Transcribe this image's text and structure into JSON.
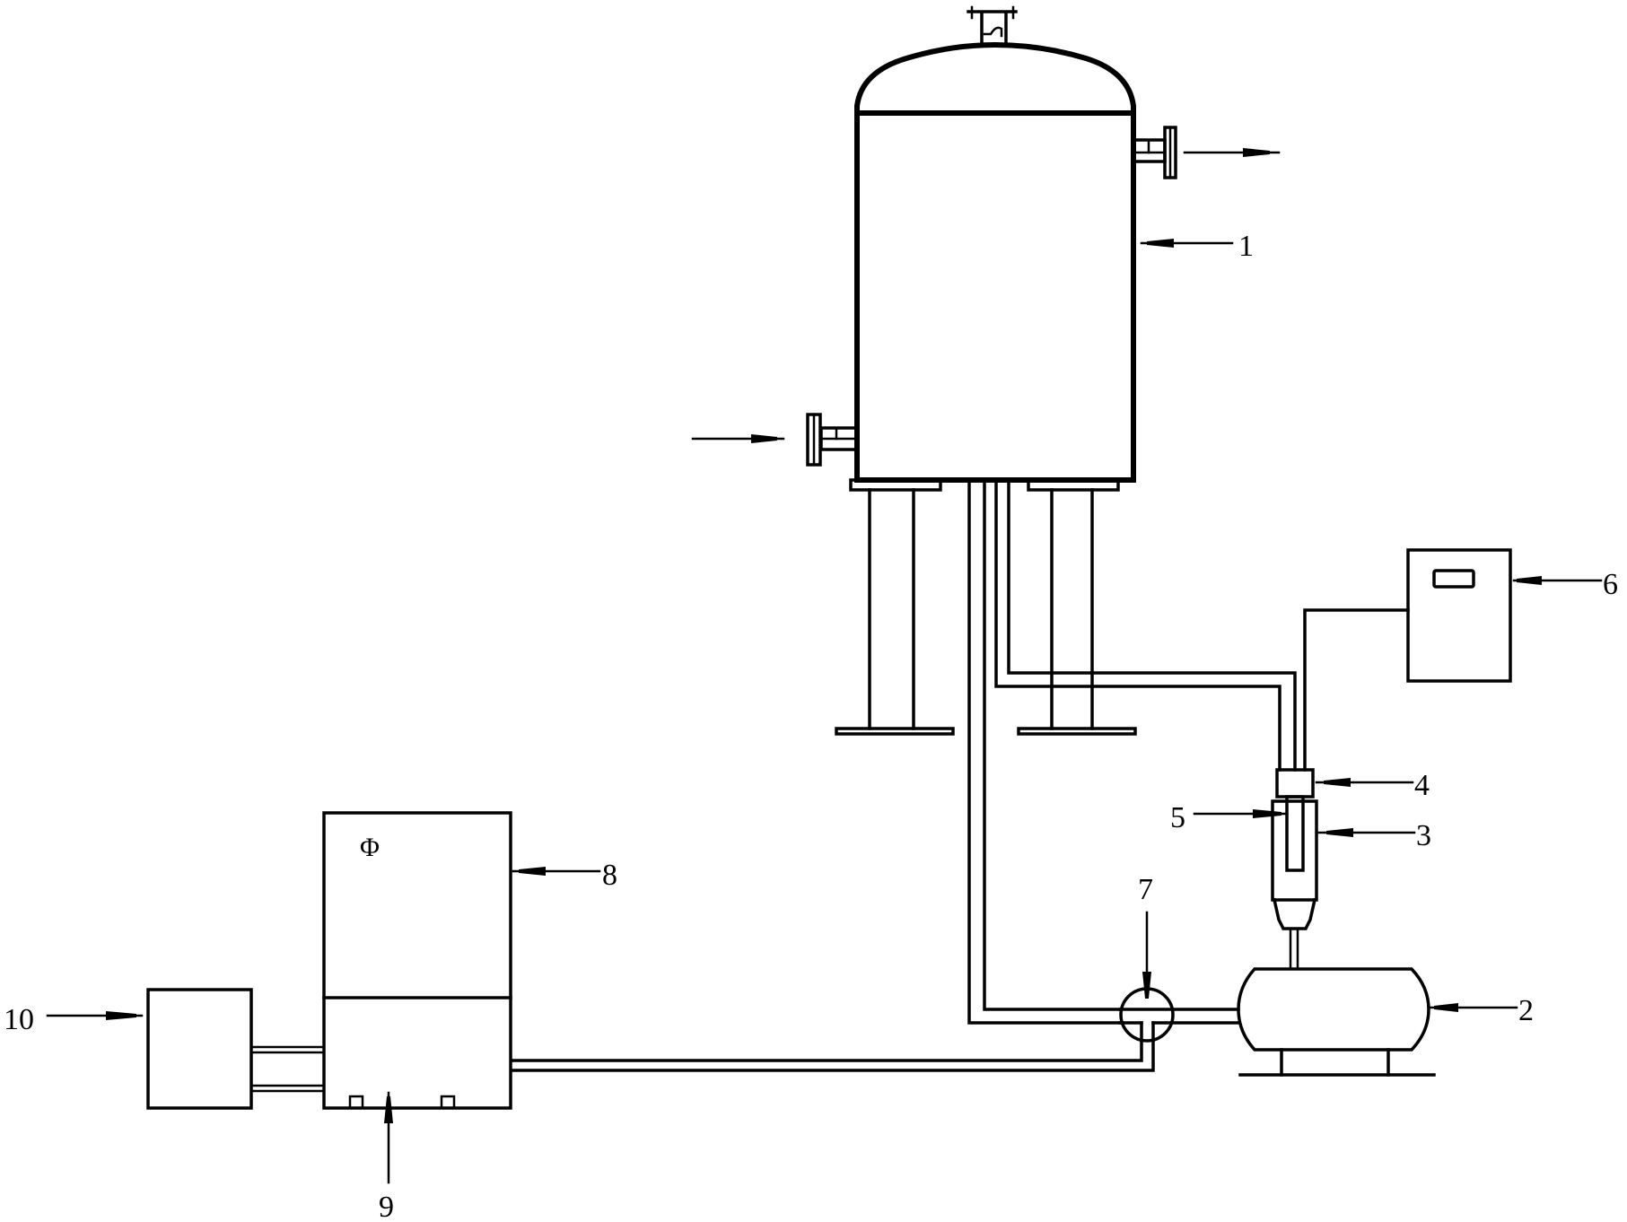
{
  "diagram": {
    "type": "process-schematic",
    "line_color": "#000000",
    "background": "#ffffff",
    "components": [
      {
        "id": "1",
        "label": "1",
        "name": "vertical tank"
      },
      {
        "id": "2",
        "label": "2",
        "name": "horizontal pump"
      },
      {
        "id": "3",
        "label": "3",
        "name": "sensor housing"
      },
      {
        "id": "4",
        "label": "4",
        "name": "sensor head"
      },
      {
        "id": "5",
        "label": "5",
        "name": "probe"
      },
      {
        "id": "6",
        "label": "6",
        "name": "controller box"
      },
      {
        "id": "7",
        "label": "7",
        "name": "three-way valve"
      },
      {
        "id": "8",
        "label": "8",
        "name": "cabinet"
      },
      {
        "id": "9",
        "label": "9",
        "name": "cabinet base outlet"
      },
      {
        "id": "10",
        "label": "10",
        "name": "auxiliary unit"
      }
    ],
    "flows": [
      {
        "name": "inlet-arrow",
        "direction": "right",
        "into": "1"
      },
      {
        "name": "outlet-arrow",
        "direction": "right",
        "from": "1"
      }
    ],
    "cabinet_symbol": "Φ"
  }
}
